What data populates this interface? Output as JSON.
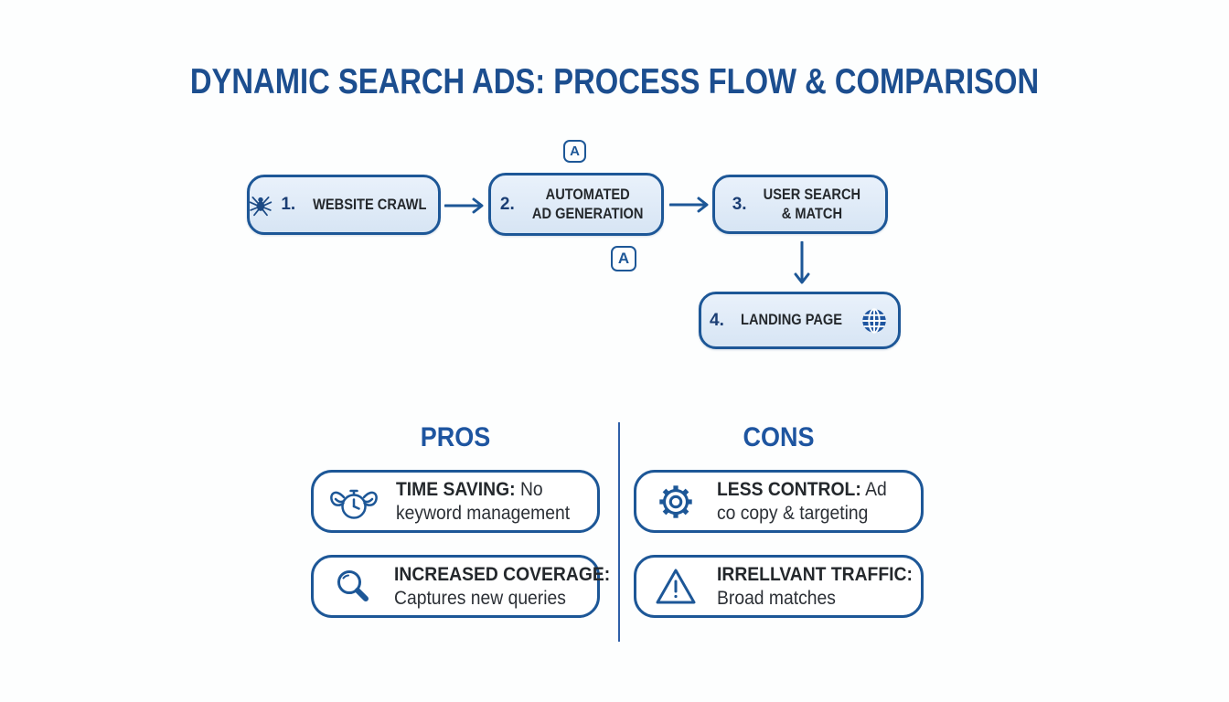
{
  "title": "DYNAMIC SEARCH ADS: PROCESS FLOW & COMPARISON",
  "flow": {
    "badge_letter": "A",
    "steps": [
      {
        "number": "1.",
        "line1": "WEBSITE CRAWL",
        "line2": "",
        "icon": "spider-icon"
      },
      {
        "number": "2.",
        "line1": "AUTOMATED",
        "line2": "AD GENERATION",
        "icon": ""
      },
      {
        "number": "3.",
        "line1": "USER SEARCH",
        "line2": "& MATCH",
        "icon": ""
      },
      {
        "number": "4.",
        "line1": "LANDING PAGE",
        "line2": "",
        "icon": "globe-icon"
      }
    ]
  },
  "comparison": {
    "pros": {
      "heading": "PROS",
      "items": [
        {
          "icon": "winged-stopwatch-icon",
          "title": "TIME SAVING:",
          "title_suffix": "No",
          "line2": "keyword management"
        },
        {
          "icon": "magnifier-icon",
          "title": "INCREASED COVERAGE:",
          "title_suffix": "",
          "line2": "Captures new queries"
        }
      ]
    },
    "cons": {
      "heading": "CONS",
      "items": [
        {
          "icon": "gear-icon",
          "title": "LESS CONTROL:",
          "title_suffix": "Ad",
          "line2": "co copy & targeting"
        },
        {
          "icon": "warning-triangle-icon",
          "title": "IRRELLVANT TRAFFIC:",
          "title_suffix": "",
          "line2": "Broad matches"
        }
      ]
    }
  },
  "colors": {
    "accent_blue": "#1d5797",
    "title_blue": "#1c4e8f",
    "flow_box_fill": "#dde9f6",
    "text_dark": "#24282c"
  }
}
